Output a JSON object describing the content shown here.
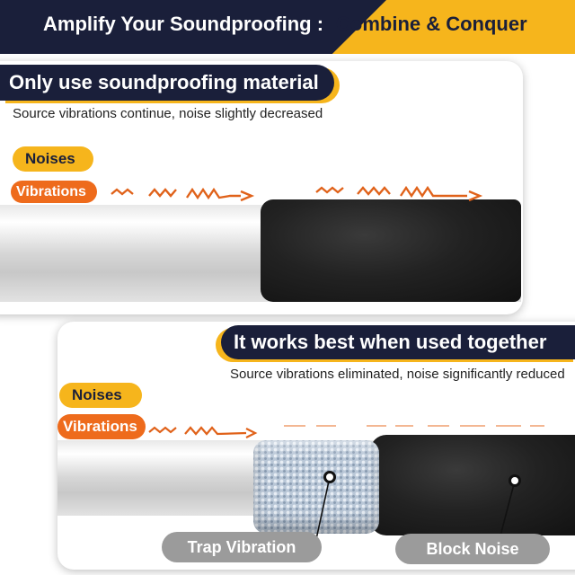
{
  "header": {
    "left_text": "Amplify Your Soundproofing :",
    "right_text": "Combine & Conquer"
  },
  "panel_single": {
    "title": "Only use soundproofing material",
    "subtitle": "Source vibrations continue, noise slightly decreased",
    "noise_tag": "Noises",
    "vibration_tag": "Vibrations"
  },
  "panel_combined": {
    "title": "It works best when used together",
    "subtitle": "Source vibrations eliminated, noise significantly reduced",
    "noise_tag": "Noises",
    "vibration_tag": "Vibrations",
    "callout_left": "Trap Vibration",
    "callout_right": "Block Noise"
  },
  "colors": {
    "navy": "#1a1f3a",
    "yellow": "#f6b51c",
    "orange": "#ee6b1c",
    "label_gray": "#9b9b9b"
  }
}
